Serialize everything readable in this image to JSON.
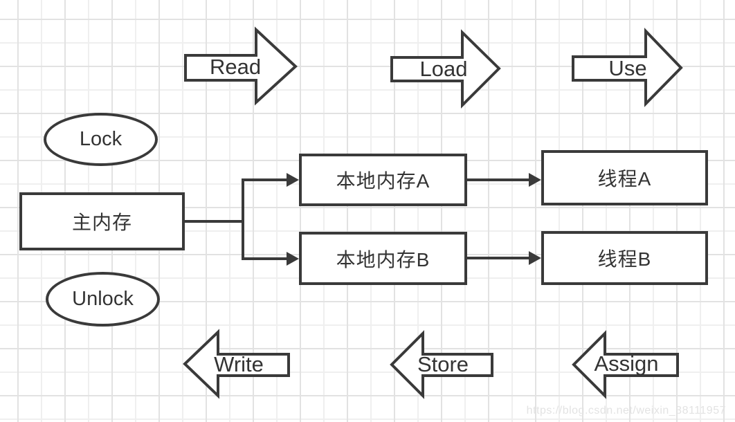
{
  "diagram": {
    "arrows": {
      "top": [
        {
          "label": "Read"
        },
        {
          "label": "Load"
        },
        {
          "label": "Use"
        }
      ],
      "bottom": [
        {
          "label": "Write"
        },
        {
          "label": "Store"
        },
        {
          "label": "Assign"
        }
      ]
    },
    "ellipses": {
      "lock": {
        "label": "Lock"
      },
      "unlock": {
        "label": "Unlock"
      }
    },
    "boxes": {
      "main_memory": {
        "label": "主内存"
      },
      "local_memory_a": {
        "label": "本地内存A"
      },
      "local_memory_b": {
        "label": "本地内存B"
      },
      "thread_a": {
        "label": "线程A"
      },
      "thread_b": {
        "label": "线程B"
      }
    },
    "watermark": {
      "text": "https://blog.csdn.net/weixin_38111957"
    },
    "colors": {
      "stroke": "#3a3a3a",
      "text": "#333333",
      "shape_fill": "#ffffff",
      "grid_minor": "#efefef",
      "grid_major": "#e2e2e2",
      "watermark": "#e3e3e3"
    }
  }
}
